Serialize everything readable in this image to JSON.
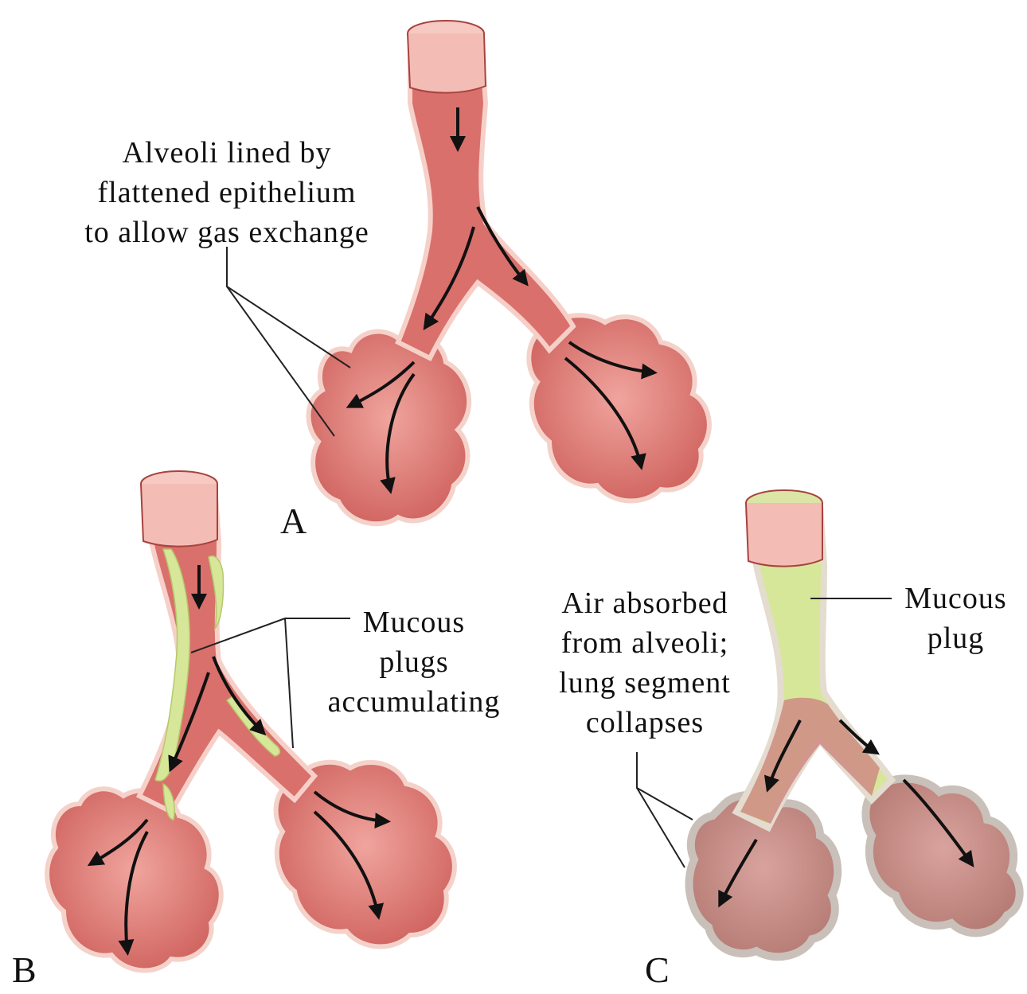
{
  "colors": {
    "tissue": "#d9706c",
    "tissue_light": "#f2a8a1",
    "tissue_dark": "#a8423f",
    "rim": "#f6d0c8",
    "mucus": "#d6e79a",
    "mucus_dark": "#b6c86a",
    "collapsed_tissue": "#c98a84",
    "collapsed_outline": "#b9b0aa",
    "arrow": "#111111",
    "text": "#111111"
  },
  "panels": {
    "a": {
      "letter": "A",
      "label_lines": [
        "Alveoli lined by",
        "flattened epithelium",
        "to allow gas exchange"
      ]
    },
    "b": {
      "letter": "B",
      "label_lines": [
        "Mucous",
        "plugs",
        "accumulating"
      ]
    },
    "c": {
      "letter": "C",
      "label_left_lines": [
        "Air absorbed",
        "from alveoli;",
        "lung segment",
        "collapses"
      ],
      "label_right_lines": [
        "Mucous",
        "plug"
      ]
    }
  }
}
